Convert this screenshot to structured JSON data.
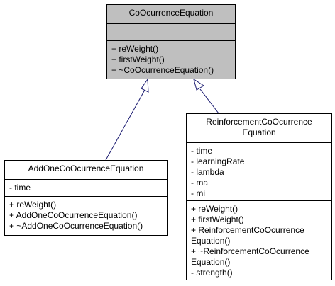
{
  "classes": {
    "base": {
      "name": "CoOcurrenceEquation",
      "attributes": [],
      "methods": [
        "+ reWeight()",
        "+ firstWeight()",
        "+ ~CoOcurrenceEquation()"
      ]
    },
    "add_one": {
      "name": "AddOneCoOcurrenceEquation",
      "attributes": [
        "- time"
      ],
      "methods": [
        "+ reWeight()",
        "+ AddOneCoOcurrenceEquation()",
        "+ ~AddOneCoOcurrenceEquation()"
      ]
    },
    "reinforcement": {
      "name_lines": [
        "ReinforcementCoOcurrence",
        "Equation"
      ],
      "attributes": [
        "- time",
        "- learningRate",
        "- lambda",
        "- ma",
        "- mi"
      ],
      "methods": [
        "+ reWeight()",
        "+ firstWeight()",
        "+ ReinforcementCoOcurrence",
        "Equation()",
        "+ ~ReinforcementCoOcurrence",
        "Equation()",
        "- strength()"
      ]
    }
  },
  "colors": {
    "base_fill": "#bfbfbf",
    "border": "#000000",
    "arrow": "#191970"
  }
}
